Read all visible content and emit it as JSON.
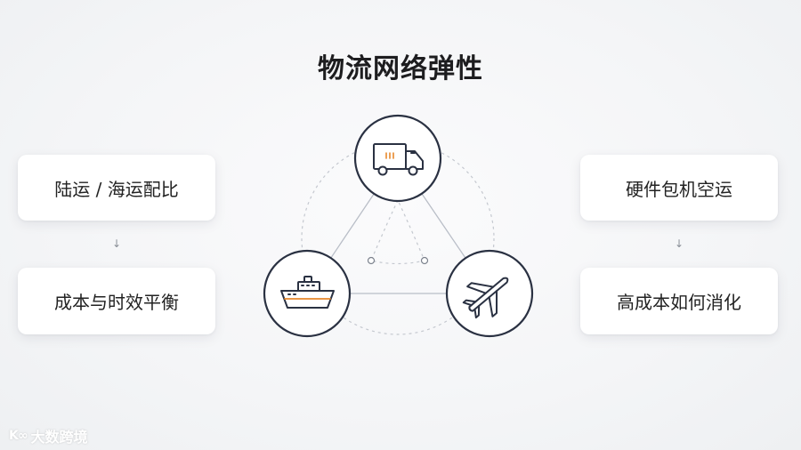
{
  "title": "物流网络弹性",
  "left": {
    "top_card": "陆运 / 海运配比",
    "arrow": "↓",
    "bottom_card": "成本与时效平衡"
  },
  "right": {
    "top_card": "硬件包机空运",
    "arrow": "↓",
    "bottom_card": "高成本如何消化"
  },
  "nodes": {
    "top_icon": "truck-icon",
    "left_icon": "ship-icon",
    "right_icon": "airplane-icon"
  },
  "colors": {
    "node_stroke": "#2a3142",
    "accent": "#e8882b",
    "line": "#b9bec7",
    "dashed": "#c4c8cf"
  },
  "watermark": {
    "logo": "K∞",
    "text": "大数跨境"
  }
}
